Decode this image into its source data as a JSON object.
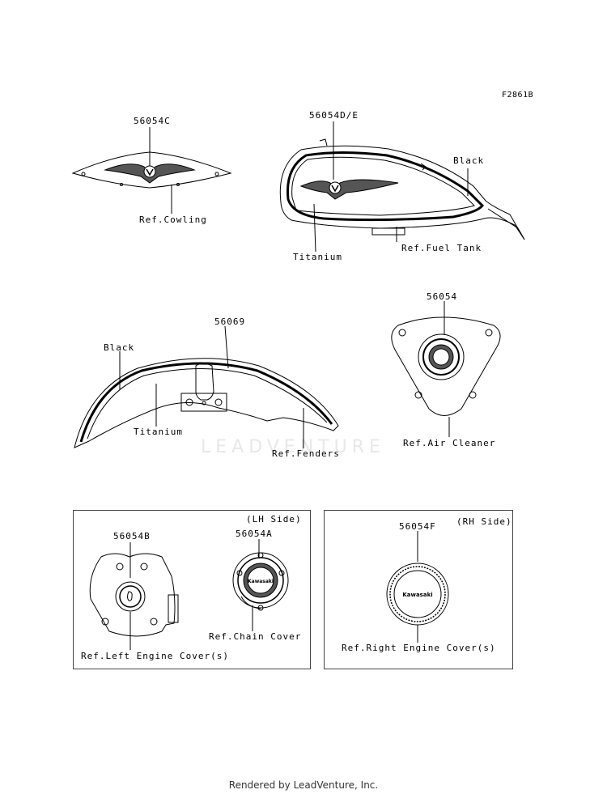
{
  "figure_code": "F2861B",
  "watermark": "LEADVENTURE",
  "parts": {
    "cowling": {
      "part_no": "56054C",
      "ref": "Ref.Cowling"
    },
    "tank": {
      "part_no": "56054D/E",
      "color_a": "Black",
      "ref": "Ref.Fuel Tank",
      "color_b": "Titanium"
    },
    "fender": {
      "part_no": "56069",
      "color_a": "Black",
      "color_b": "Titanium",
      "ref": "Ref.Fenders"
    },
    "air_cleaner": {
      "part_no": "56054",
      "ref": "Ref.Air Cleaner"
    },
    "lh_box": {
      "side": "(LH Side)",
      "left_engine": {
        "part_no": "56054B",
        "ref": "Ref.Left Engine Cover(s)"
      },
      "chain": {
        "part_no": "56054A",
        "ref": "Ref.Chain Cover"
      }
    },
    "rh_box": {
      "side": "(RH Side)",
      "right_engine": {
        "part_no": "56054F",
        "ref": "Ref.Right Engine Cover(s)"
      }
    }
  },
  "emblem_text": "Kawasaki",
  "footer": "Rendered by LeadVenture, Inc."
}
